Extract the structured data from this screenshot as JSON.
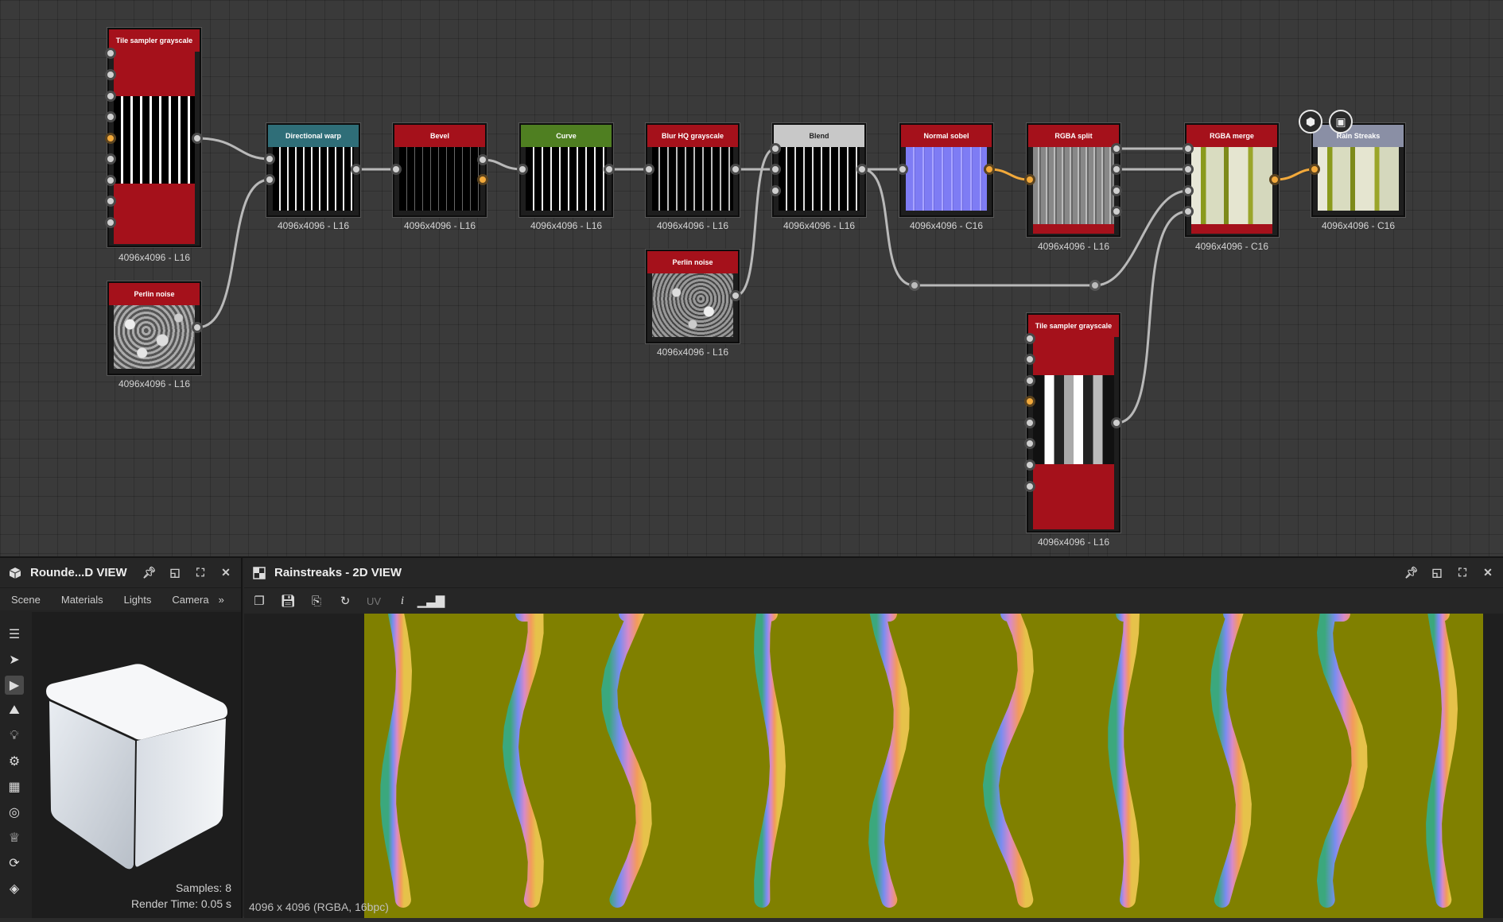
{
  "graph": {
    "nodes": [
      {
        "id": "tile1",
        "title": "Tile sampler grayscale",
        "resolution": "4096x4096 - L16",
        "header_color": "#a5111b"
      },
      {
        "id": "perlin1",
        "title": "Perlin noise",
        "resolution": "4096x4096 - L16",
        "header_color": "#a5111b"
      },
      {
        "id": "dirwarp",
        "title": "Directional warp",
        "resolution": "4096x4096 - L16",
        "header_color": "#2f6e78"
      },
      {
        "id": "bevel",
        "title": "Bevel",
        "resolution": "4096x4096 - L16",
        "header_color": "#a5111b"
      },
      {
        "id": "curve",
        "title": "Curve",
        "resolution": "4096x4096 - L16",
        "header_color": "#4f7f21"
      },
      {
        "id": "blur",
        "title": "Blur HQ grayscale",
        "resolution": "4096x4096 - L16",
        "header_color": "#a5111b"
      },
      {
        "id": "perlin2",
        "title": "Perlin noise",
        "resolution": "4096x4096 - L16",
        "header_color": "#a5111b"
      },
      {
        "id": "blend",
        "title": "Blend",
        "resolution": "4096x4096 - L16",
        "header_color": "#c8c8c8"
      },
      {
        "id": "sobel",
        "title": "Normal sobel",
        "resolution": "4096x4096 - C16",
        "header_color": "#a5111b"
      },
      {
        "id": "split",
        "title": "RGBA split",
        "resolution": "4096x4096 - L16",
        "header_color": "#a5111b"
      },
      {
        "id": "merge",
        "title": "RGBA merge",
        "resolution": "4096x4096 - C16",
        "header_color": "#a5111b"
      },
      {
        "id": "output",
        "title": "Rain Streaks",
        "resolution": "4096x4096 - C16",
        "header_color": "#8a8fa5"
      },
      {
        "id": "tile2",
        "title": "Tile sampler grayscale",
        "resolution": "4096x4096 - L16",
        "header_color": "#a5111b"
      }
    ]
  },
  "panel3d": {
    "title": "Rounde...D VIEW",
    "menu": [
      "Scene",
      "Materials",
      "Lights",
      "Camera"
    ],
    "overflow": "»",
    "samples": "Samples: 8",
    "render_time": "Render Time: 0.05 s"
  },
  "panel2d": {
    "title": "Rainstreaks - 2D VIEW",
    "uv_label": "UV",
    "status": "4096 x 4096 (RGBA, 16bpc)"
  },
  "colors": {
    "accent": "#f2a93b",
    "background": "#3a3a3a",
    "texture_base": "#808000"
  }
}
